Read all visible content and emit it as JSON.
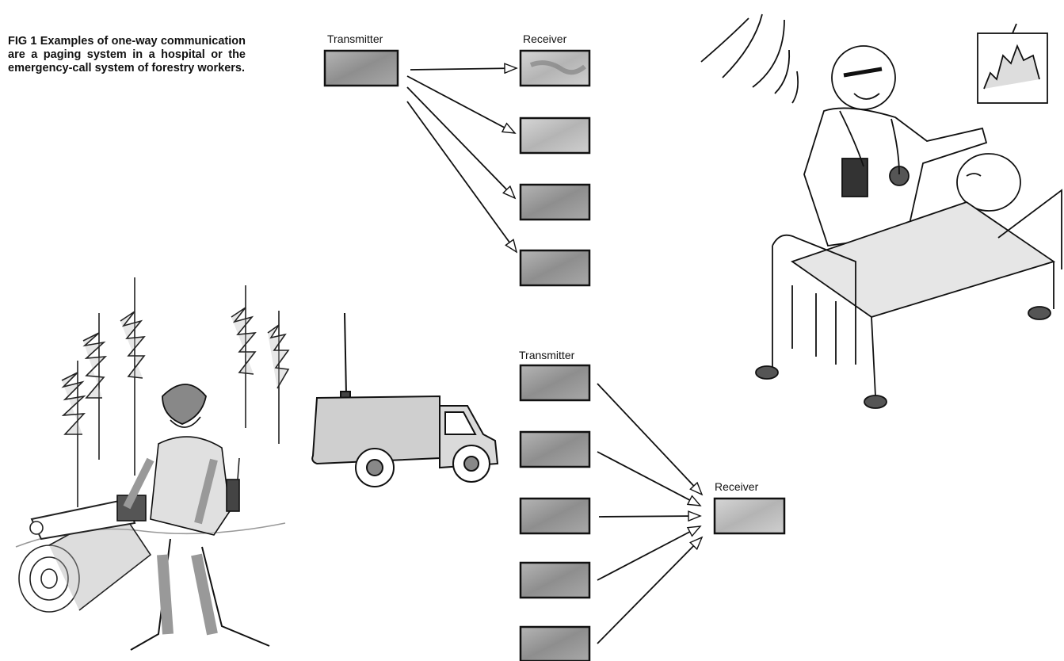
{
  "caption": "FIG 1  Examples of one-way communication are a paging system in a hospital or the emergency-call system of forestry workers.",
  "top_diagram": {
    "transmitter_label": "Transmitter",
    "receiver_label": "Receiver"
  },
  "bottom_diagram": {
    "transmitter_label": "Transmitter",
    "receiver_label": "Receiver"
  },
  "colors": {
    "ink": "#111111",
    "box_fill": "#9a9a9a",
    "box_fill_light": "#c4c4c4"
  }
}
